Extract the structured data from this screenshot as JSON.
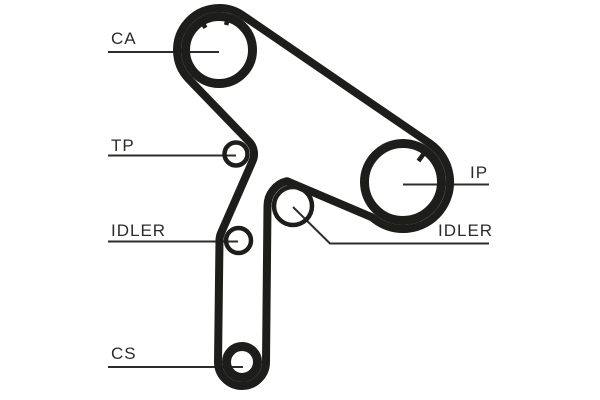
{
  "diagram": {
    "type": "timing-belt-routing-diagram",
    "background_color": "#ffffff",
    "belt_color": "#1d1d1b",
    "line_color": "#2d2d2b",
    "text_color": "#2b2b29",
    "labels": {
      "ca": "CA",
      "tp": "TP",
      "idler_left": "IDLER",
      "cs": "CS",
      "ip": "IP",
      "idler_right": "IDLER"
    },
    "pulleys": [
      {
        "id": "ca",
        "label": "CA",
        "shape": "large-pulley",
        "timing_marks": 2
      },
      {
        "id": "tp",
        "label": "TP",
        "shape": "small-pulley",
        "timing_marks": 0
      },
      {
        "id": "idler-left",
        "label": "IDLER",
        "shape": "small-pulley",
        "timing_marks": 0
      },
      {
        "id": "cs",
        "label": "CS",
        "shape": "small-pulley",
        "timing_marks": 1
      },
      {
        "id": "ip",
        "label": "IP",
        "shape": "large-pulley",
        "timing_marks": 1
      },
      {
        "id": "idler-right",
        "label": "IDLER",
        "shape": "small-pulley",
        "timing_marks": 0
      }
    ]
  }
}
